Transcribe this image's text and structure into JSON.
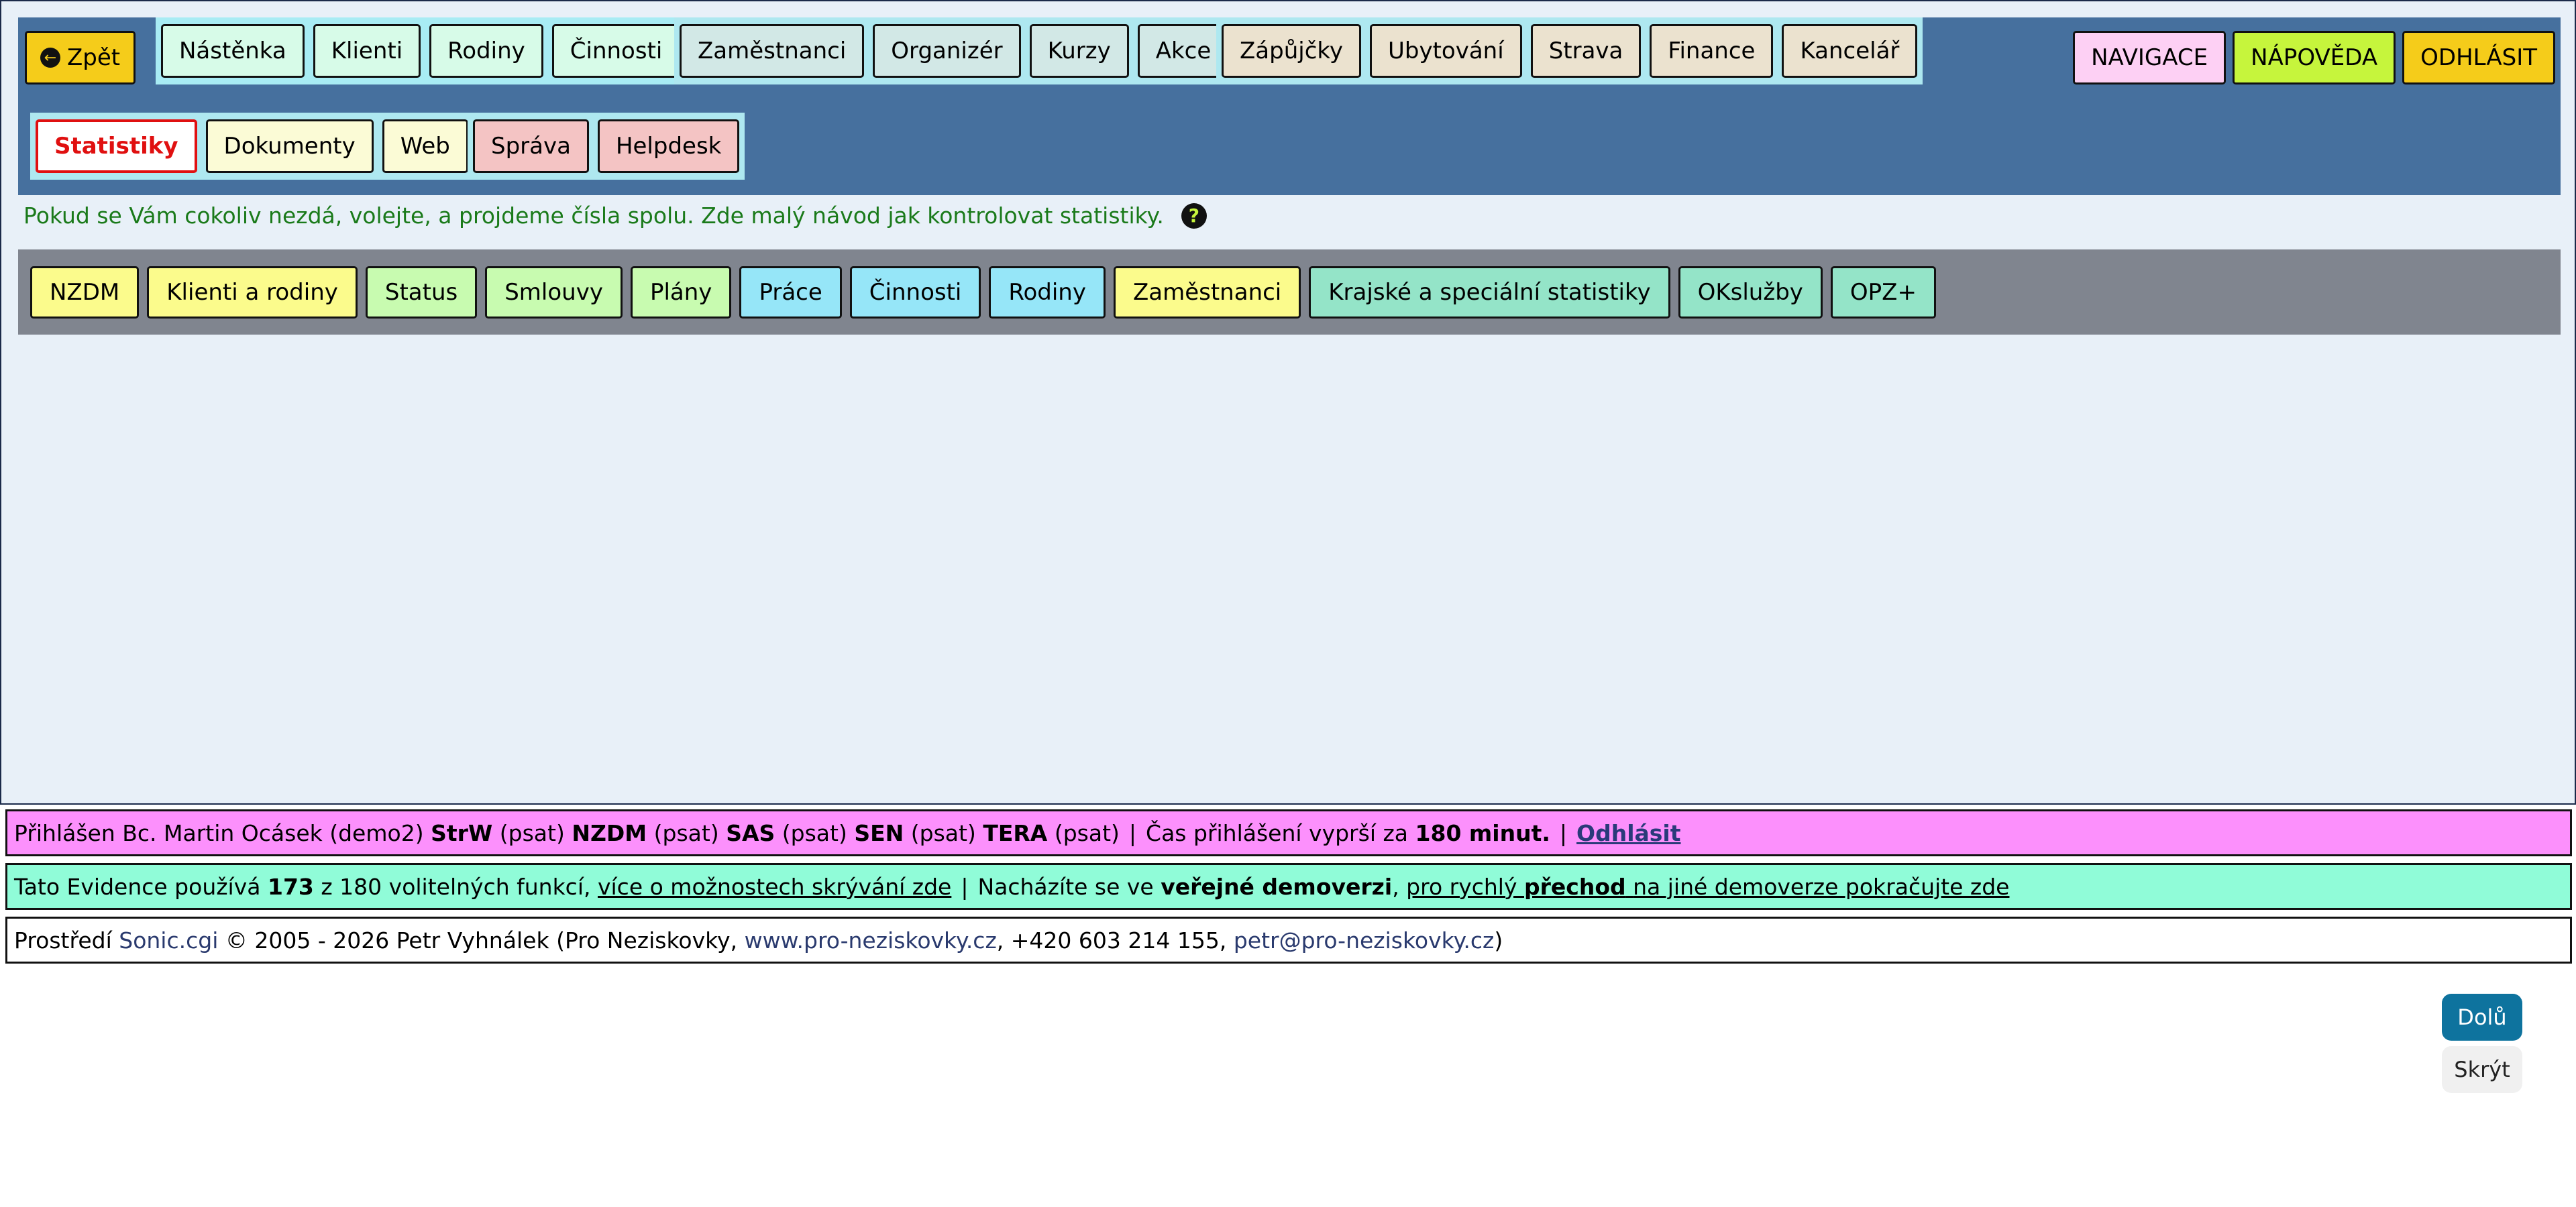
{
  "nav": {
    "back_label": "Zpět",
    "group1": [
      "Nástěnka",
      "Klienti",
      "Rodiny",
      "Činnosti"
    ],
    "group2": [
      "Zaměstnanci",
      "Organizér",
      "Kurzy",
      "Akce"
    ],
    "group3": [
      "Zápůjčky",
      "Ubytování",
      "Strava",
      "Finance",
      "Kancelář"
    ],
    "group4": [
      "Statistiky",
      "Dokumenty",
      "Web"
    ],
    "group5": [
      "Správa",
      "Helpdesk"
    ],
    "right": [
      "NAVIGACE",
      "NÁPOVĚDA",
      "ODHLÁSIT"
    ]
  },
  "info": {
    "text": "Pokud se Vám cokoliv nezdá, volejte, a projdeme čísla spolu. Zde malý návod jak kontrolovat statistiky.",
    "help_glyph": "?"
  },
  "stat_tabs": [
    "NZDM",
    "Klienti a rodiny",
    "Status",
    "Smlouvy",
    "Plány",
    "Práce",
    "Činnosti",
    "Rodiny",
    "Zaměstnanci",
    "Krajské a speciální statistiky",
    "OKslužby",
    "OPZ+"
  ],
  "footer": {
    "login_prefix": "Přihlášen Bc. Martin Ocásek (demo2)",
    "roles": [
      {
        "name": "StrW",
        "mode": "(psat)"
      },
      {
        "name": "NZDM",
        "mode": "(psat)"
      },
      {
        "name": "SAS",
        "mode": "(psat)"
      },
      {
        "name": "SEN",
        "mode": "(psat)"
      },
      {
        "name": "TERA",
        "mode": "(psat)"
      }
    ],
    "sep": "|",
    "expiry_prefix": "Čas přihlášení vyprší za",
    "expiry_value": "180 minut.",
    "logout_link": "Odhlásit",
    "features_prefix": "Tato Evidence používá",
    "features_used": "173",
    "features_suffix": "z 180 volitelných funkcí,",
    "features_link": "více o možnostech skrývání zde",
    "location_prefix": "Nacházíte se ve",
    "location_bold": "veřejné demoverzi",
    "switch_link_1": "pro rychlý",
    "switch_link_bold": "přechod",
    "switch_link_2": "na jiné demoverze pokračujte zde",
    "env_prefix": "Prostředí",
    "env_name": "Sonic.cgi",
    "copyright": "© 2005 - 2026 Petr Vyhnálek (Pro Neziskovky,",
    "website": "www.pro-neziskovky.cz",
    "phone": ", +420 603 214 155,",
    "email": "petr@pro-neziskovky.cz",
    "close_paren": ")"
  },
  "floating": {
    "down": "Dolů",
    "hide": "Skrýt"
  }
}
